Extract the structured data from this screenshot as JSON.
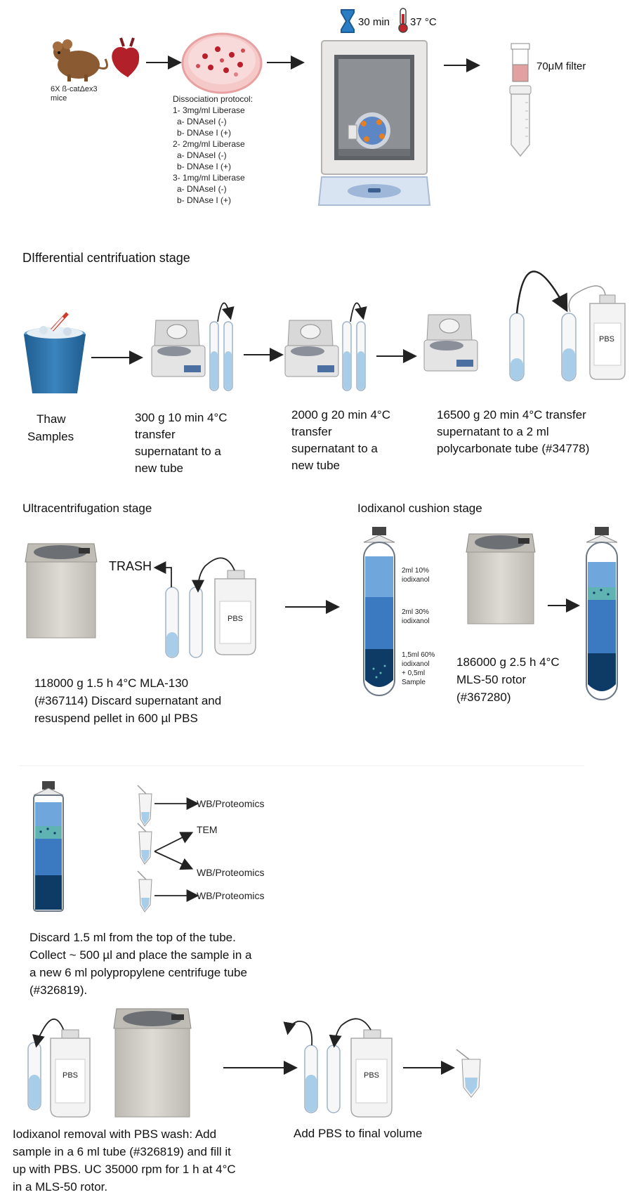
{
  "stage1": {
    "mice_label_line1": "6X ß-catΔex3",
    "mice_label_line2": "mice",
    "dissociation": {
      "title": "Dissociation protocol:",
      "lines": [
        "1- 3mg/ml Liberase",
        "a- DNAseI (-)",
        "b- DNAse I (+)",
        "2- 2mg/ml Liberase",
        "a- DNAseI (-)",
        "b- DNAse I (+)",
        "3- 1mg/ml Liberase",
        "a- DNAseI (-)",
        "b- DNAse I (+)"
      ]
    },
    "time": "30 min",
    "temperature": "37 °C",
    "filter_label": "70μM filter"
  },
  "centrifugation": {
    "title": "DIfferential centrifuation stage",
    "thaw_line1": "Thaw",
    "thaw_line2": "Samples",
    "step1": [
      "300 g 10 min 4°C",
      "transfer",
      "supernatant to a",
      "new tube"
    ],
    "step2": [
      "2000 g 20 min 4°C",
      "transfer",
      "supernatant to a",
      "new tube"
    ],
    "step3": [
      "16500 g 20 min 4°C transfer",
      "supernatant to a 2 ml",
      "polycarbonate tube (#34778)"
    ],
    "pbs": "PBS"
  },
  "ultracentrifugation": {
    "title": "Ultracentrifugation stage",
    "trash": "TRASH",
    "pbs": "PBS",
    "desc": [
      "118000 g 1.5 h 4°C MLA-130",
      "(#367114) Discard supernatant and",
      "resuspend pellet in 600 µl PBS"
    ]
  },
  "iodixanol": {
    "title": "Iodixanol cushion stage",
    "layer1": [
      "2ml 10%",
      "iodixanol"
    ],
    "layer2": [
      "2ml 30%",
      "iodixanol"
    ],
    "layer3": [
      "1,5ml 60%",
      "iodixanol",
      "+ 0,5ml",
      "Sample"
    ],
    "desc": [
      "186000 g 2.5 h 4°C",
      "MLS-50 rotor",
      "(#367280)"
    ]
  },
  "collection": {
    "out1": "WB/Proteomics",
    "out2": "TEM",
    "out3": "WB/Proteomics",
    "out4": "WB/Proteomics",
    "desc": [
      "Discard 1.5 ml from the top of the tube.",
      "Collect ~ 500 µl  and place the sample in a",
      "a new 6 ml polypropylene centrifuge tube",
      "(#326819)."
    ]
  },
  "wash": {
    "pbs1": "PBS",
    "pbs2": "PBS",
    "desc": [
      "Iodixanol removal with PBS wash: Add",
      "sample in a 6 ml tube (#326819) and fill it",
      "up with PBS. UC 35000 rpm for 1 h at 4°C",
      "in a MLS-50 rotor."
    ],
    "final": "Add PBS to final volume"
  },
  "colors": {
    "blue_light": "#6fa6dc",
    "blue_mid": "#3b7ac0",
    "blue_dark": "#0e3b66",
    "teal": "#5fb3b3",
    "red": "#c0272d",
    "machine_grey": "#cfcbc5"
  }
}
